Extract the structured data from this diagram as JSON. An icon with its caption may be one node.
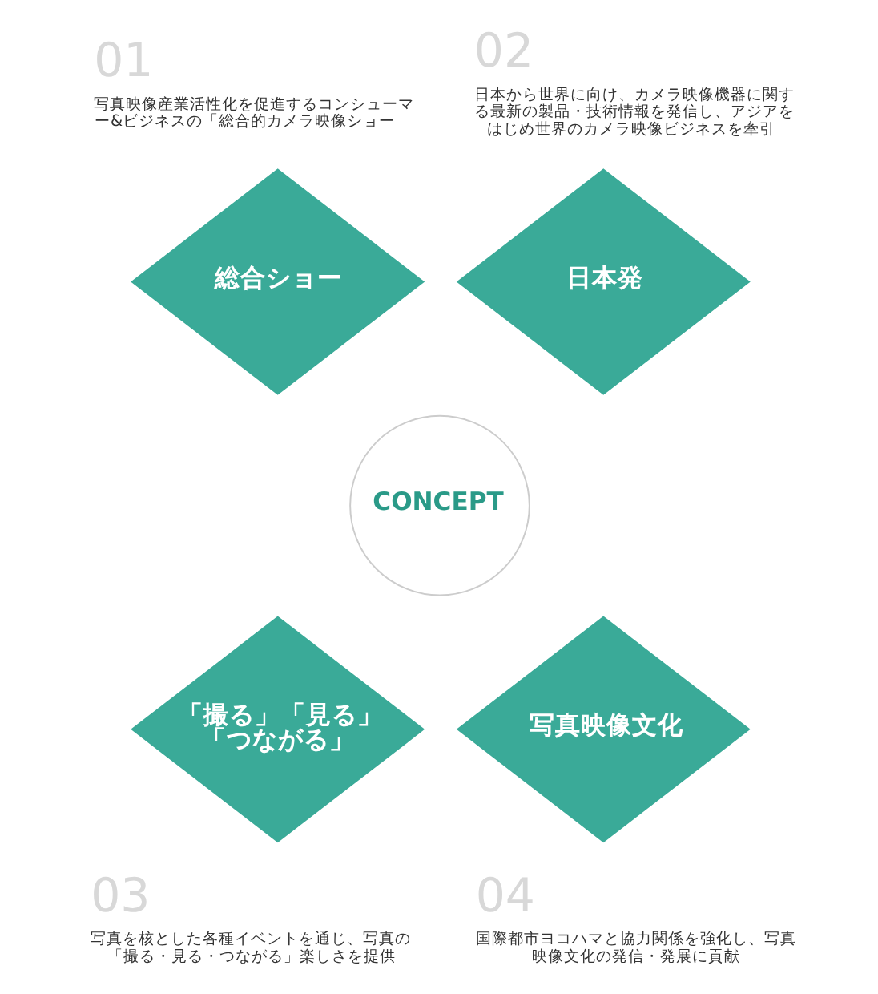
{
  "diagram": {
    "nodes": [
      {
        "text": [
          "総合ショー"
        ],
        "beside": [
          "01",
          "写真映像産業活性化を促進するコンシューマー&ビジネスの「総合的カメラ映像ショー」"
        ]
      },
      {
        "text": [
          "日本発"
        ],
        "beside": [
          "02",
          "日本から世界に向け、カメラ映像機器に関する最新の製品・技術情報を発信し、アジアをはじめ世界のカメラ映像ビジネスを牽引"
        ]
      },
      {
        "text": [
          "CONCEPT"
        ]
      },
      {
        "text": [
          "「撮る」「見る」「つながる」"
        ],
        "beside": [
          "03",
          "写真を核とした各種イベントを通じ、写真の「撮る・見る・つながる」楽しさを提供"
        ]
      },
      {
        "text": [
          "写真映像文化"
        ],
        "beside": [
          "04",
          "国際都市ヨコハマと協力関係を強化し、写真映像文化の発信・発展に貢献"
        ]
      }
    ],
    "edges": []
  }
}
